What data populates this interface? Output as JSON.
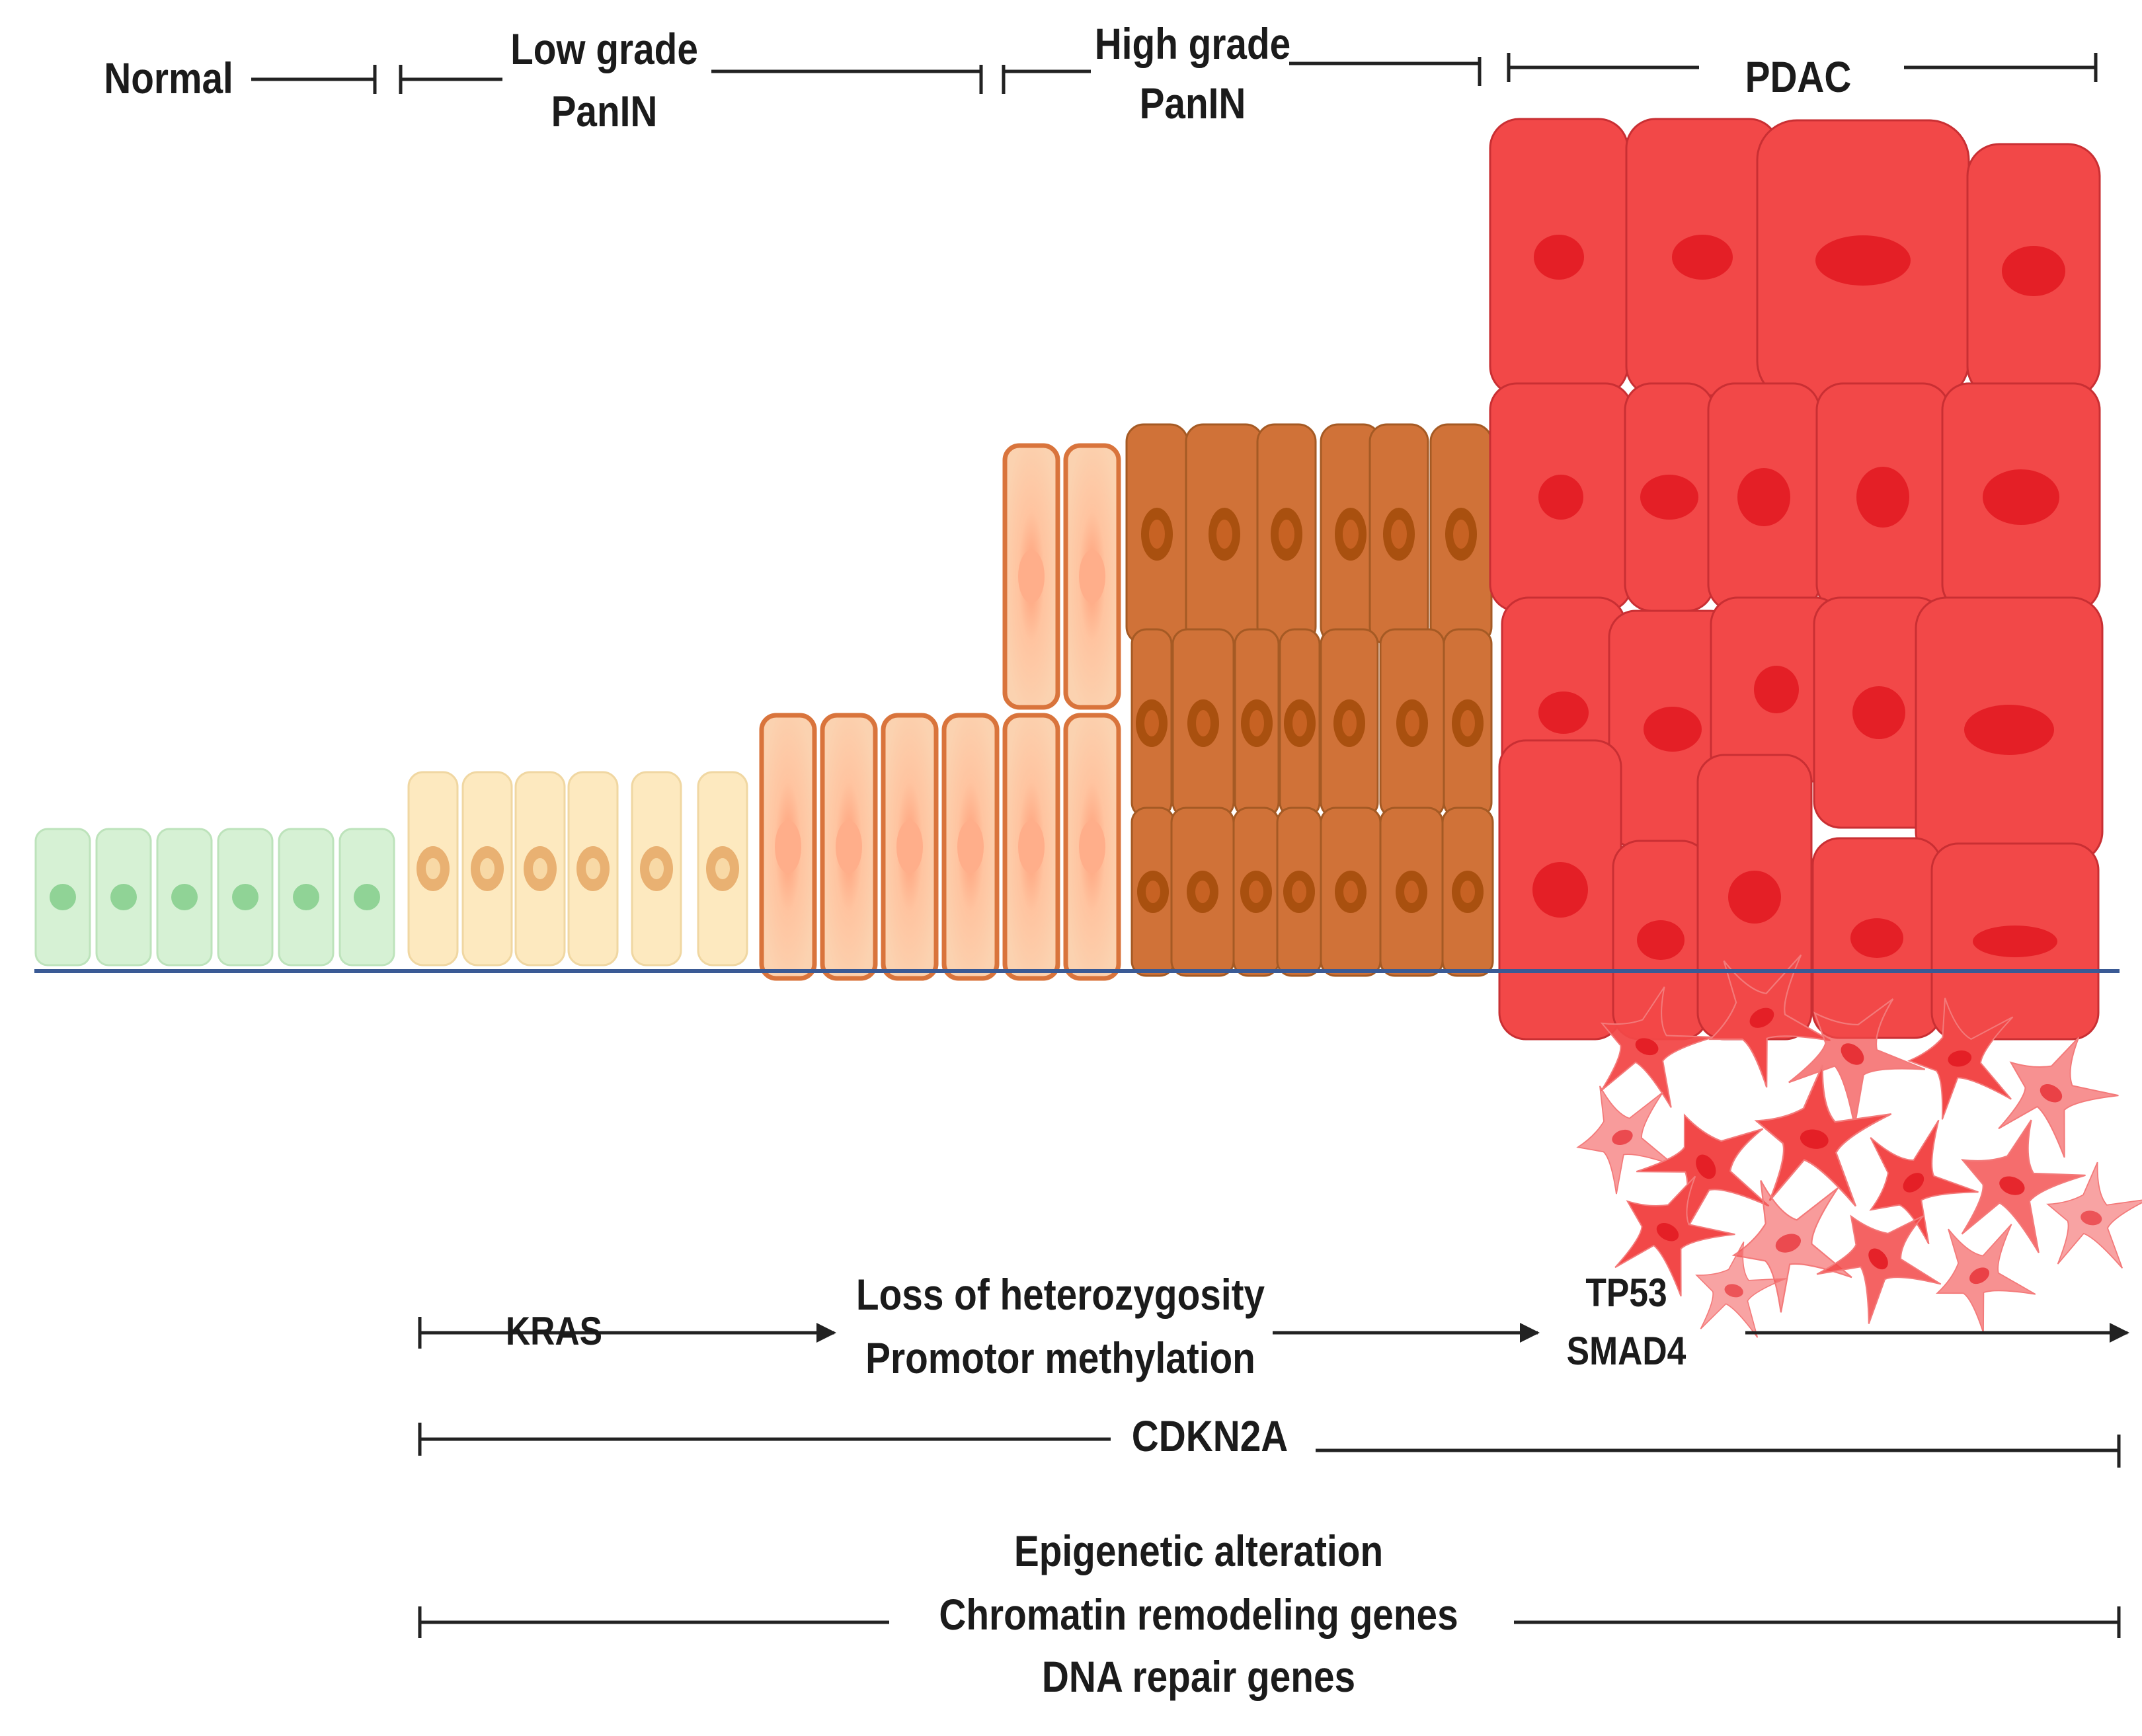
{
  "stages": {
    "normal": "Normal",
    "low_grade_line1": "Low grade",
    "low_grade_line2": "PanIN",
    "high_grade_line1": "High grade",
    "high_grade_line2": "PanIN",
    "pdac": "PDAC"
  },
  "mutations": {
    "kras": "KRAS",
    "loh_line1": "Loss of heterozygosity",
    "loh_line2": "Promotor methylation",
    "tp53": "TP53",
    "smad4": "SMAD4",
    "cdkn2a": "CDKN2A",
    "epigenetic_line1": "Epigenetic alteration",
    "epigenetic_line2": "Chromatin remodeling genes",
    "epigenetic_line3": "DNA repair genes"
  },
  "colors": {
    "normal_cell": "#d6f1d4",
    "normal_nucleus": "#90d396",
    "low_grade_cell": "#fde9bf",
    "low_grade_nucleus": "#e9b172",
    "early_panin_cell": "#f9c295",
    "early_panin_border": "#d9743c",
    "high_grade_cell": "#d07238",
    "high_grade_nucleus": "#a9500f",
    "pdac_cell": "#f24848",
    "pdac_nucleus": "#e41f26",
    "basement_membrane": "#3a5a95",
    "line": "#222222"
  }
}
